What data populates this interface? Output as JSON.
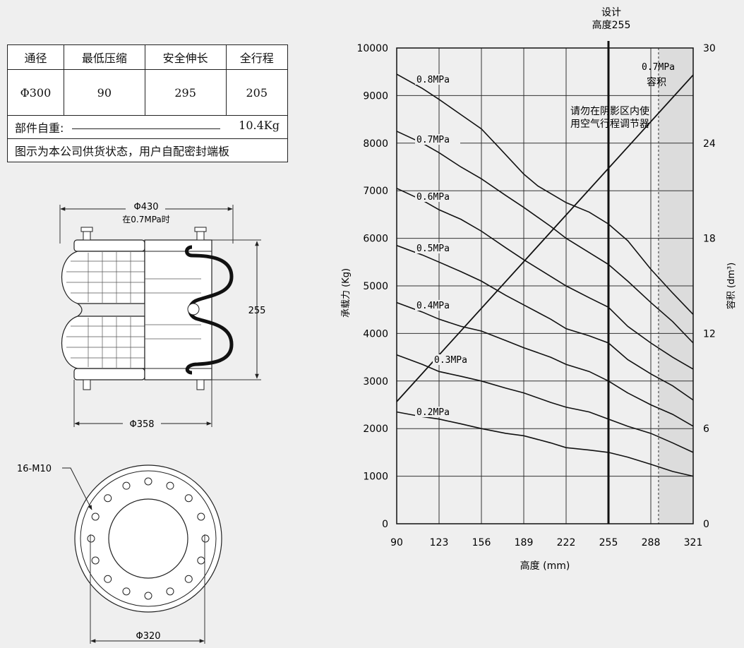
{
  "table": {
    "headers": [
      "通径",
      "最低压缩",
      "安全伸长",
      "全行程"
    ],
    "values": [
      "Φ300",
      "90",
      "295",
      "205"
    ],
    "weight_label": "部件自重:",
    "weight_value": "10.4Kg",
    "note": "图示为本公司供货状态，用户自配密封端板"
  },
  "drawing": {
    "outer_dim": "Φ430",
    "outer_note": "在0.7MPa时",
    "height_dim": "255",
    "base_dim": "Φ358",
    "bolt_label": "16-M10",
    "bolt_circle_dim": "Φ320"
  },
  "chart_data": {
    "type": "line",
    "xlabel": "高度 (mm)",
    "ylabel": "承载力 (Kg)",
    "y2label": "容积 (dm³)",
    "x_ticks": [
      90,
      123,
      156,
      189,
      222,
      255,
      288,
      321
    ],
    "y_ticks": [
      0,
      1000,
      2000,
      3000,
      4000,
      5000,
      6000,
      7000,
      8000,
      9000,
      10000
    ],
    "y2_ticks": [
      0,
      6,
      12,
      18,
      24,
      30
    ],
    "xlim": [
      90,
      321
    ],
    "ylim": [
      0,
      10000
    ],
    "y2lim": [
      0,
      30
    ],
    "design_label_1": "设计",
    "design_label_2": "高度255",
    "design_height": 255,
    "shade_start": 294,
    "shade_note_1": "请勿在阴影区内使",
    "shade_note_2": "用空气行程调节器",
    "volume_label_1": "0.7MPa",
    "volume_label_2": "容积",
    "series": [
      {
        "name": "0.8MPa",
        "x": [
          90,
          110,
          123,
          140,
          156,
          170,
          189,
          200,
          222,
          240,
          255,
          270,
          288,
          305,
          321
        ],
        "y": [
          9450,
          9150,
          8920,
          8600,
          8300,
          7900,
          7350,
          7100,
          6750,
          6550,
          6300,
          5950,
          5350,
          4850,
          4400
        ]
      },
      {
        "name": "0.7MPa",
        "x": [
          90,
          110,
          123,
          140,
          156,
          175,
          189,
          210,
          222,
          240,
          255,
          270,
          288,
          305,
          321
        ],
        "y": [
          8250,
          8000,
          7800,
          7500,
          7250,
          6900,
          6650,
          6250,
          6000,
          5700,
          5450,
          5100,
          4650,
          4250,
          3800
        ]
      },
      {
        "name": "0.6MPa",
        "x": [
          90,
          110,
          123,
          140,
          156,
          175,
          189,
          210,
          222,
          240,
          255,
          270,
          288,
          305,
          321
        ],
        "y": [
          7050,
          6800,
          6600,
          6400,
          6150,
          5800,
          5550,
          5200,
          5000,
          4750,
          4550,
          4150,
          3800,
          3500,
          3250
        ]
      },
      {
        "name": "0.5MPa",
        "x": [
          90,
          110,
          123,
          140,
          156,
          175,
          189,
          210,
          222,
          240,
          255,
          270,
          288,
          305,
          321
        ],
        "y": [
          5850,
          5650,
          5500,
          5300,
          5100,
          4800,
          4600,
          4300,
          4100,
          3950,
          3800,
          3450,
          3150,
          2900,
          2600
        ]
      },
      {
        "name": "0.4MPa",
        "x": [
          90,
          110,
          123,
          140,
          156,
          175,
          189,
          210,
          222,
          240,
          255,
          270,
          288,
          305,
          321
        ],
        "y": [
          4650,
          4450,
          4300,
          4150,
          4050,
          3850,
          3700,
          3500,
          3350,
          3200,
          3000,
          2750,
          2500,
          2300,
          2050
        ]
      },
      {
        "name": "0.3MPa",
        "x": [
          90,
          110,
          123,
          140,
          156,
          175,
          189,
          210,
          222,
          240,
          255,
          270,
          288,
          305,
          321
        ],
        "y": [
          3550,
          3350,
          3200,
          3100,
          3000,
          2850,
          2750,
          2550,
          2450,
          2350,
          2200,
          2050,
          1900,
          1700,
          1500
        ]
      },
      {
        "name": "0.2MPa",
        "x": [
          90,
          110,
          123,
          140,
          156,
          175,
          189,
          210,
          222,
          240,
          255,
          270,
          288,
          305,
          321
        ],
        "y": [
          2350,
          2250,
          2200,
          2100,
          2000,
          1900,
          1850,
          1700,
          1600,
          1550,
          1500,
          1400,
          1250,
          1100,
          1000
        ]
      }
    ],
    "volume_series": {
      "name": "0.7MPa 容积",
      "x": [
        90,
        321
      ],
      "y": [
        7.7,
        28.3
      ]
    }
  }
}
